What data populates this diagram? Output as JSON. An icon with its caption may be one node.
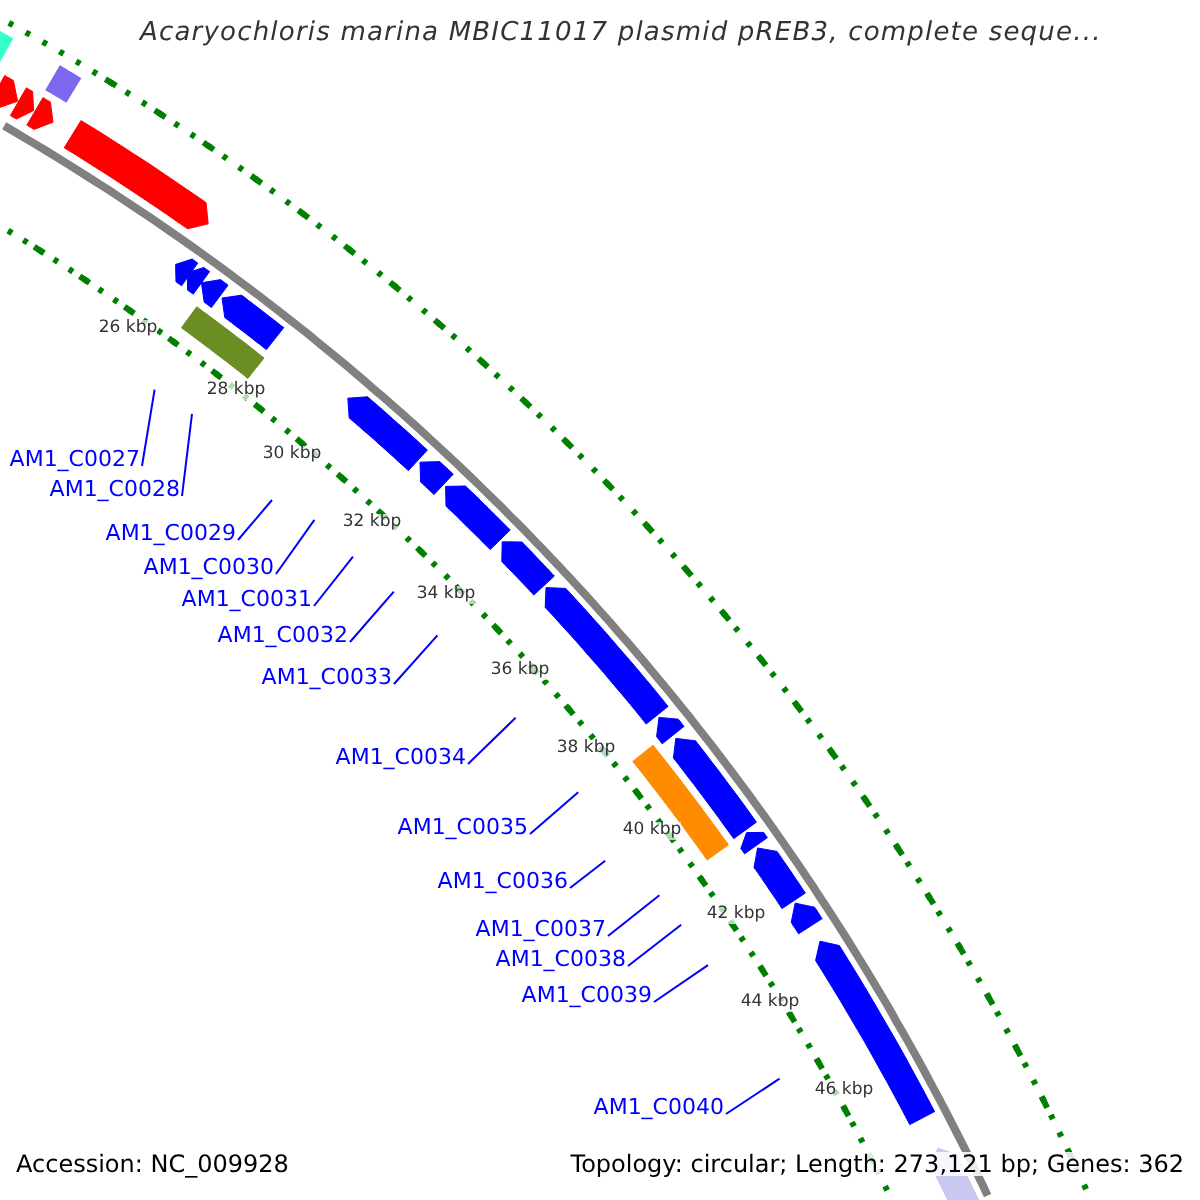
{
  "diagram": {
    "title": "Acaryochloris marina MBIC11017 plasmid pREB3, complete seque...",
    "nodes": [
      {
        "text": [
          "AM1_C0027"
        ]
      },
      {
        "text": [
          "AM1_C0028"
        ]
      },
      {
        "text": [
          "AM1_C0029"
        ]
      },
      {
        "text": [
          "AM1_C0030"
        ]
      },
      {
        "text": [
          "AM1_C0031"
        ]
      },
      {
        "text": [
          "AM1_C0032"
        ]
      },
      {
        "text": [
          "AM1_C0033"
        ]
      },
      {
        "text": [
          "AM1_C0034"
        ]
      },
      {
        "text": [
          "AM1_C0035"
        ]
      },
      {
        "text": [
          "AM1_C0036"
        ]
      },
      {
        "text": [
          "AM1_C0037"
        ]
      },
      {
        "text": [
          "AM1_C0038"
        ]
      },
      {
        "text": [
          "AM1_C0039"
        ]
      },
      {
        "text": [
          "AM1_C0040"
        ]
      }
    ],
    "edges": [
      {
        "from": 0,
        "to": null,
        "arrow": "none"
      },
      {
        "from": 1,
        "to": null,
        "arrow": "none"
      },
      {
        "from": 2,
        "to": null,
        "arrow": "none"
      },
      {
        "from": 3,
        "to": null,
        "arrow": "none"
      },
      {
        "from": 4,
        "to": null,
        "arrow": "none"
      },
      {
        "from": 5,
        "to": null,
        "arrow": "none"
      },
      {
        "from": 6,
        "to": null,
        "arrow": "none"
      },
      {
        "from": 7,
        "to": null,
        "arrow": "none"
      },
      {
        "from": 8,
        "to": null,
        "arrow": "none"
      },
      {
        "from": 9,
        "to": null,
        "arrow": "none"
      },
      {
        "from": 10,
        "to": null,
        "arrow": "none"
      },
      {
        "from": 11,
        "to": null,
        "arrow": "none"
      },
      {
        "from": 12,
        "to": null,
        "arrow": "none"
      },
      {
        "from": 13,
        "to": null,
        "arrow": "none"
      }
    ],
    "labels": [
      "26 kbp",
      "28 kbp",
      "30 kbp",
      "32 kbp",
      "34 kbp",
      "36 kbp",
      "38 kbp",
      "40 kbp",
      "42 kbp",
      "44 kbp",
      "46 kbp",
      "Accession: NC_009928",
      "Topology: circular; Length: 273,121 bp; Genes: 362"
    ]
  }
}
